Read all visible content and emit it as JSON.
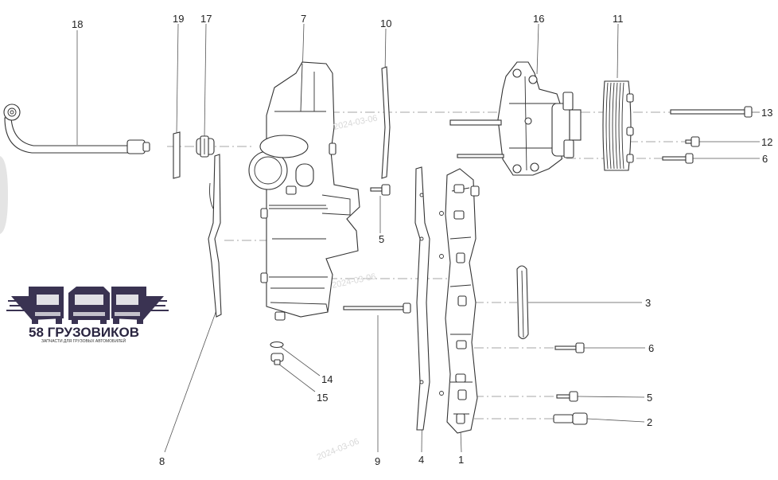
{
  "diagram": {
    "callouts": [
      {
        "id": "c18",
        "label": "18"
      },
      {
        "id": "c19",
        "label": "19"
      },
      {
        "id": "c17",
        "label": "17"
      },
      {
        "id": "c7",
        "label": "7"
      },
      {
        "id": "c10",
        "label": "10"
      },
      {
        "id": "c16",
        "label": "16"
      },
      {
        "id": "c11",
        "label": "11"
      },
      {
        "id": "c13",
        "label": "13"
      },
      {
        "id": "c12",
        "label": "12"
      },
      {
        "id": "c6a",
        "label": "6"
      },
      {
        "id": "c5a",
        "label": "5"
      },
      {
        "id": "c3",
        "label": "3"
      },
      {
        "id": "c6b",
        "label": "6"
      },
      {
        "id": "c5b",
        "label": "5"
      },
      {
        "id": "c2",
        "label": "2"
      },
      {
        "id": "c14",
        "label": "14"
      },
      {
        "id": "c15",
        "label": "15"
      },
      {
        "id": "c8",
        "label": "8"
      },
      {
        "id": "c9",
        "label": "9"
      },
      {
        "id": "c4",
        "label": "4"
      },
      {
        "id": "c1",
        "label": "1"
      }
    ],
    "watermarks": [
      "2024-03-06",
      "2024-03-06",
      "2024-03-06"
    ]
  },
  "logo": {
    "name": "58 ГРУЗОВИКОВ",
    "tagline": "ЗАПЧАСТИ ДЛЯ ГРУЗОВЫХ АВТОМОБИЛЕЙ",
    "color": "#3a3352"
  }
}
